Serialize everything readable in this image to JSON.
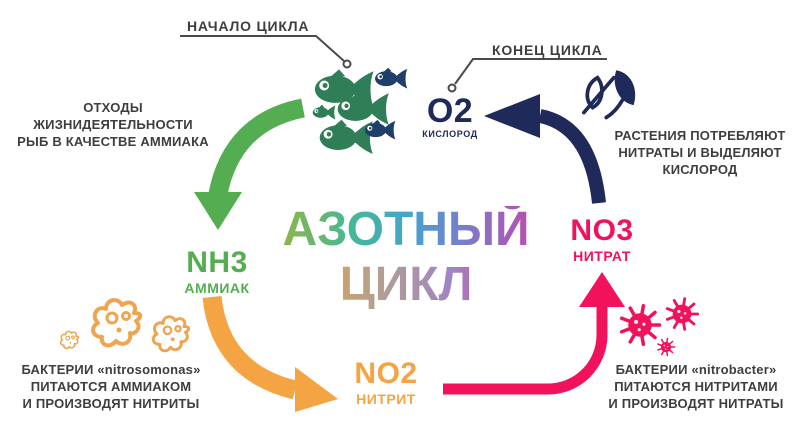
{
  "title": {
    "line1": "АЗОТНЫЙ",
    "line2": "ЦИКЛ"
  },
  "markers": {
    "start": "НАЧАЛО ЦИКЛА",
    "end": "КОНЕЦ ЦИКЛА"
  },
  "nodes": {
    "ammonia": {
      "formula": "NH3",
      "name": "АММИАК"
    },
    "nitrite": {
      "formula": "NO2",
      "name": "НИТРИТ"
    },
    "nitrate": {
      "formula": "NO3",
      "name": "НИТРАТ"
    },
    "oxygen": {
      "formula": "O2",
      "name": "КИСЛОРОД"
    }
  },
  "captions": {
    "fish_waste": [
      "ОТХОДЫ",
      "ЖИЗНИДЕЯТЕЛЬНОСТИ",
      "РЫБ В КАЧЕСТВЕ АММИАКА"
    ],
    "plants": [
      "РАСТЕНИЯ ПОТРЕБЛЯЮТ",
      "НИТРАТЫ И ВЫДЕЛЯЮТ",
      "КИСЛОРОД"
    ],
    "nitrosomonas": [
      "БАКТЕРИИ «nitrosomonas»",
      "ПИТАЮТСЯ АММИАКОМ",
      "И ПРОИЗВОДЯТ НИТРИТЫ"
    ],
    "nitrobacter": [
      "БАКТЕРИИ «nitrobacter»",
      "ПИТАЮТСЯ НИТРИТАМИ",
      "И ПРОИЗВОДЯТ НИТРАТЫ"
    ]
  },
  "colors": {
    "green": "#55ad52",
    "orange": "#f4a443",
    "pink": "#f2125c",
    "navy": "#202a5a",
    "text": "#3e3e3e",
    "leader_line": "#4a4a4a",
    "fish_green": "#2f7e57",
    "fish_navy": "#1e3f69",
    "microbe_orange": "#efa44d",
    "virus_pink": "#f2125c"
  }
}
